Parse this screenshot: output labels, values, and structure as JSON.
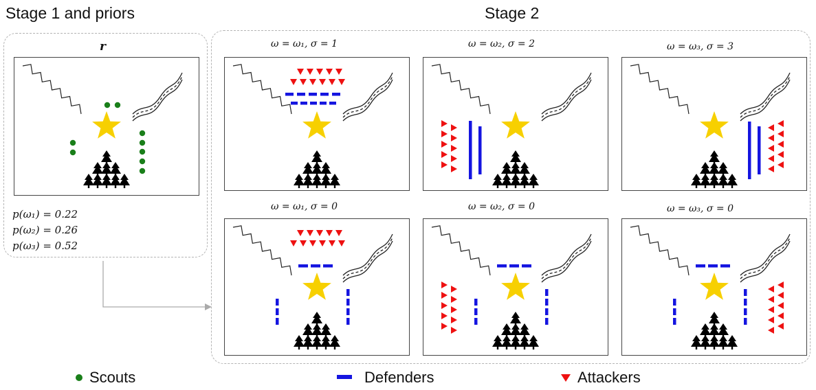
{
  "headings": {
    "stage1": "Stage 1 and priors",
    "stage2": "Stage 2"
  },
  "stage1": {
    "panel_label": "r",
    "priors": [
      "p(ω₁) = 0.22",
      "p(ω₂) = 0.26",
      "p(ω₃) = 0.52"
    ]
  },
  "stage2": {
    "panels": [
      {
        "caption": "ω = ω₁, σ = 1",
        "formation": "top-lines",
        "attackers": "top"
      },
      {
        "caption": "ω = ω₂, σ = 2",
        "formation": "left-lines",
        "attackers": "left"
      },
      {
        "caption": "ω = ω₃, σ = 3",
        "formation": "right-lines",
        "attackers": "right"
      },
      {
        "caption": "ω = ω₁, σ = 0",
        "formation": "spread",
        "attackers": "top"
      },
      {
        "caption": "ω = ω₂, σ = 0",
        "formation": "spread",
        "attackers": "left"
      },
      {
        "caption": "ω = ω₃, σ = 0",
        "formation": "spread",
        "attackers": "right"
      }
    ]
  },
  "legend": {
    "scouts": "Scouts",
    "defenders": "Defenders",
    "attackers": "Attackers"
  },
  "colors": {
    "scouts": "#1a7f1a",
    "defenders": "#1515e0",
    "attackers": "#ee1111",
    "star": "#f7d000",
    "forest": "#000000"
  }
}
